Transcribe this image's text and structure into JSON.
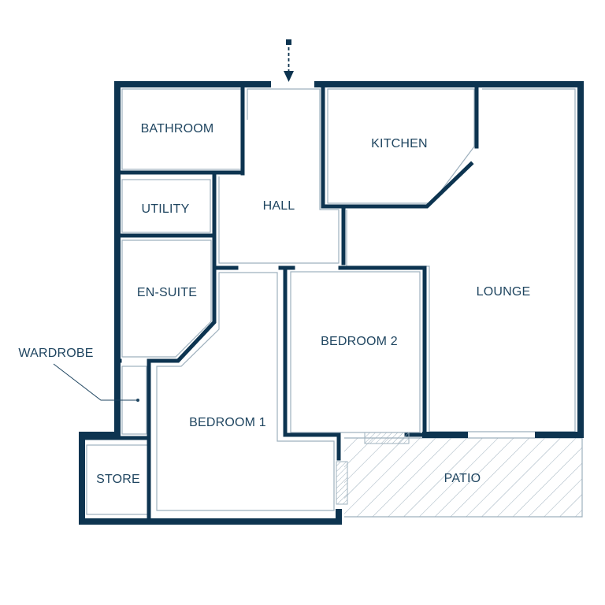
{
  "colors": {
    "wall": "#0d3450",
    "thin_line": "#9eb0bd",
    "label": "#1f4560",
    "background": "#ffffff"
  },
  "rooms": {
    "bathroom": "BATHROOM",
    "utility": "UTILITY",
    "hall": "HALL",
    "kitchen": "KITCHEN",
    "en_suite": "EN-SUITE",
    "lounge": "LOUNGE",
    "bedroom_2": "BEDROOM 2",
    "bedroom_1": "BEDROOM 1",
    "store": "STORE",
    "patio": "PATIO"
  },
  "annotations": {
    "wardrobe": "WARDROBE"
  },
  "icons": {
    "entrance": "entrance-arrow-icon"
  }
}
